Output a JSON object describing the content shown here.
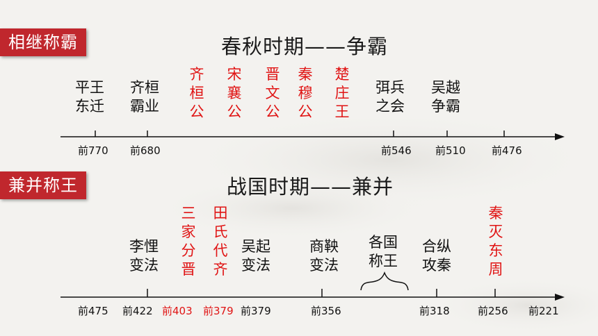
{
  "section1": {
    "tag": "相继称霸",
    "title": "春秋时期——争霸",
    "events": [
      {
        "text": "平王东迁",
        "lines": [
          "平王",
          "东迁"
        ],
        "color": "black"
      },
      {
        "text": "齐桓霸业",
        "lines": [
          "齐桓",
          "霸业"
        ],
        "color": "black"
      },
      {
        "text": "齐桓公",
        "color": "red",
        "vertical": true
      },
      {
        "text": "宋襄公",
        "color": "red",
        "vertical": true
      },
      {
        "text": "晋文公",
        "color": "red",
        "vertical": true
      },
      {
        "text": "秦穆公",
        "color": "red",
        "vertical": true
      },
      {
        "text": "楚庄王",
        "color": "red",
        "vertical": true
      },
      {
        "text": "弭兵之会",
        "lines": [
          "弭兵",
          "之会"
        ],
        "color": "black"
      },
      {
        "text": "吴越争霸",
        "lines": [
          "吴越",
          "争霸"
        ],
        "color": "black"
      }
    ],
    "years": [
      {
        "label": "前770",
        "color": "black"
      },
      {
        "label": "前680",
        "color": "black"
      },
      {
        "label": "前546",
        "color": "black"
      },
      {
        "label": "前510",
        "color": "black"
      },
      {
        "label": "前476",
        "color": "black"
      }
    ]
  },
  "section2": {
    "tag": "兼并称王",
    "title": "战国时期——兼并",
    "events": [
      {
        "text": "李悝变法",
        "lines": [
          "李悝",
          "变法"
        ],
        "color": "black"
      },
      {
        "text": "三家分晋",
        "color": "red",
        "vertical": true
      },
      {
        "text": "田氏代齐",
        "color": "red",
        "vertical": true
      },
      {
        "text": "吴起变法",
        "lines": [
          "吴起",
          "变法"
        ],
        "color": "black"
      },
      {
        "text": "商鞅变法",
        "lines": [
          "商鞅",
          "变法"
        ],
        "color": "black"
      },
      {
        "text": "各国称王",
        "lines": [
          "各国",
          "称王"
        ],
        "color": "black"
      },
      {
        "text": "合纵攻秦",
        "lines": [
          "合纵",
          "攻秦"
        ],
        "color": "black"
      },
      {
        "text": "秦灭东周",
        "color": "red",
        "vertical": true
      }
    ],
    "years": [
      {
        "label": "前475",
        "color": "black"
      },
      {
        "label": "前422",
        "color": "black"
      },
      {
        "label": "前403",
        "color": "red"
      },
      {
        "label": "前379",
        "color": "red"
      },
      {
        "label": "前379",
        "color": "black"
      },
      {
        "label": "前356",
        "color": "black"
      },
      {
        "label": "前318",
        "color": "black"
      },
      {
        "label": "前256",
        "color": "black"
      },
      {
        "label": "前221",
        "color": "black"
      }
    ]
  },
  "colors": {
    "accent": "#c0272d",
    "highlight": "#e01414",
    "text": "#111111"
  }
}
